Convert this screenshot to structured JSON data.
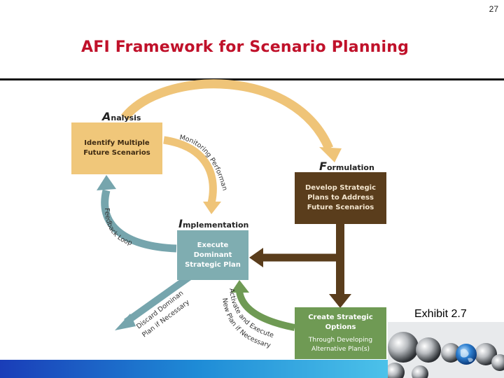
{
  "page_number": "27",
  "title": "AFI Framework for Scenario Planning",
  "stages": {
    "analysis": {
      "initial": "A",
      "rest": "nalysis",
      "box_lines": [
        "Identify Multiple",
        "Future Scenarios"
      ]
    },
    "formulation": {
      "initial": "F",
      "rest": "ormulation",
      "box_lines": [
        "Develop Strategic",
        "Plans to Address",
        "Future Scenarios"
      ]
    },
    "implementation": {
      "initial": "I",
      "rest": "mplementation",
      "box_lines": [
        "Execute Dominant",
        "Strategic Plan"
      ]
    }
  },
  "options_box": {
    "title_lines": [
      "Create Strategic",
      "Options"
    ],
    "sub_lines": [
      "Through Developing",
      "Alternative Plan(s)"
    ]
  },
  "arrows": {
    "monitoring": "Monitoring Performance",
    "feedback": "Feedback Loop",
    "discard_1": "Discard Dominant",
    "discard_2": "Plan if Necessary",
    "activate_1": "Activate and Execute",
    "activate_2": "New Plan if Necessary"
  },
  "exhibit": "Exhibit 2.7",
  "colors": {
    "title": "#c0112a",
    "analysis": "#f0c77a",
    "formulation": "#5a3d1c",
    "implementation": "#7fadb1",
    "options": "#6f9a54",
    "big_arrow": "#efc478",
    "teal_arrow": "#76a5ad",
    "brown_arrow": "#5a3d1c",
    "green_arrow": "#6f9a54"
  },
  "decorations": [
    "chrome-spheres-image",
    "globe-icon"
  ]
}
